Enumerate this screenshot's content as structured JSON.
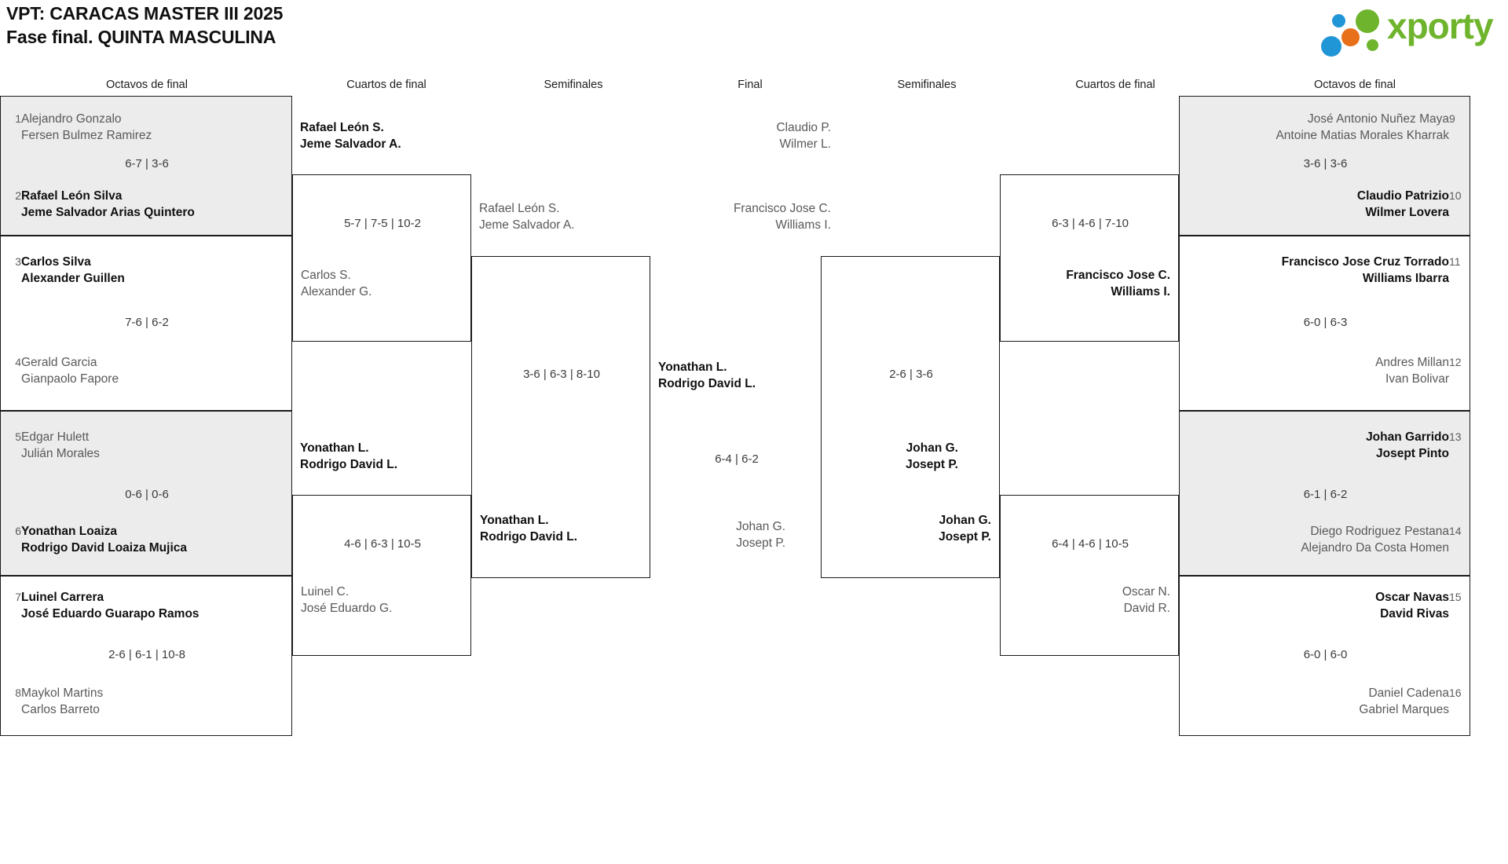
{
  "header": {
    "title_line1": "VPT: CARACAS MASTER III 2025",
    "title_line2": "Fase final. QUINTA MASCULINA",
    "logo_text": "xporty",
    "logo_colors": {
      "green": "#6eb42c",
      "blue": "#2196d6",
      "orange": "#e8701a"
    }
  },
  "round_headers": {
    "left_r16": "Octavos de final",
    "left_qf": "Cuartos de final",
    "left_sf": "Semifinales",
    "final": "Final",
    "right_sf": "Semifinales",
    "right_qf": "Cuartos de final",
    "right_r16": "Octavos de final"
  },
  "left_r16": [
    {
      "score": "6-7 | 3-6",
      "top": {
        "seed": "1",
        "p1": "Alejandro Gonzalo",
        "p2": "Fersen Bulmez Ramirez",
        "winner": false
      },
      "bottom": {
        "seed": "2",
        "p1": "Rafael León Silva",
        "p2": "Jeme Salvador Arias Quintero",
        "winner": true
      }
    },
    {
      "score": "7-6 | 6-2",
      "top": {
        "seed": "3",
        "p1": "Carlos Silva",
        "p2": "Alexander Guillen",
        "winner": true
      },
      "bottom": {
        "seed": "4",
        "p1": "Gerald Garcia",
        "p2": "Gianpaolo Fapore",
        "winner": false
      }
    },
    {
      "score": "0-6 | 0-6",
      "top": {
        "seed": "5",
        "p1": "Edgar Hulett",
        "p2": "Julián Morales",
        "winner": false
      },
      "bottom": {
        "seed": "6",
        "p1": "Yonathan Loaiza",
        "p2": "Rodrigo David Loaiza Mujica",
        "winner": true
      }
    },
    {
      "score": "2-6 | 6-1 | 10-8",
      "top": {
        "seed": "7",
        "p1": "Luinel Carrera",
        "p2": "José Eduardo Guarapo Ramos",
        "winner": true
      },
      "bottom": {
        "seed": "8",
        "p1": "Maykol Martins",
        "p2": "Carlos Barreto",
        "winner": false
      }
    }
  ],
  "right_r16": [
    {
      "score": "3-6 | 3-6",
      "top": {
        "seed": "9",
        "p1": "José Antonio Nuñez Maya",
        "p2": "Antoine Matias Morales Kharrak",
        "winner": false
      },
      "bottom": {
        "seed": "10",
        "p1": "Claudio Patrizio",
        "p2": "Wilmer Lovera",
        "winner": true
      }
    },
    {
      "score": "6-0 | 6-3",
      "top": {
        "seed": "11",
        "p1": "Francisco Jose Cruz Torrado",
        "p2": "Williams Ibarra",
        "winner": true
      },
      "bottom": {
        "seed": "12",
        "p1": "Andres Millan",
        "p2": "Ivan Bolivar",
        "winner": false
      }
    },
    {
      "score": "6-1 | 6-2",
      "top": {
        "seed": "13",
        "p1": "Johan Garrido",
        "p2": "Josept Pinto",
        "winner": true
      },
      "bottom": {
        "seed": "14",
        "p1": "Diego Rodriguez Pestana",
        "p2": "Alejandro Da Costa Homen",
        "winner": false
      }
    },
    {
      "score": "6-0 | 6-0",
      "top": {
        "seed": "15",
        "p1": "Oscar Navas",
        "p2": "David Rivas",
        "winner": true
      },
      "bottom": {
        "seed": "16",
        "p1": "Daniel Cadena",
        "p2": "Gabriel Marques",
        "winner": false
      }
    }
  ],
  "left_qf": [
    {
      "score": "5-7 | 7-5 | 10-2",
      "top": {
        "p1": "Rafael León S.",
        "p2": "Jeme Salvador A.",
        "winner": true
      },
      "bottom": {
        "p1": "Carlos S.",
        "p2": "Alexander G.",
        "winner": false
      }
    },
    {
      "score": "4-6 | 6-3 | 10-5",
      "top": {
        "p1": "Yonathan L.",
        "p2": "Rodrigo David L.",
        "winner": true
      },
      "bottom": {
        "p1": "Luinel C.",
        "p2": "José Eduardo G.",
        "winner": false
      }
    }
  ],
  "right_qf": [
    {
      "score": "6-3 | 4-6 | 7-10",
      "top": {
        "p1": "Claudio P.",
        "p2": "Wilmer L.",
        "winner": false
      },
      "bottom": {
        "p1": "Francisco Jose C.",
        "p2": "Williams I.",
        "winner": true
      }
    },
    {
      "score": "6-4 | 4-6 | 10-5",
      "top": {
        "p1": "Johan G.",
        "p2": "Josept P.",
        "winner": true
      },
      "bottom": {
        "p1": "Oscar N.",
        "p2": "David R.",
        "winner": false
      }
    }
  ],
  "left_sf": {
    "score": "3-6 | 6-3 | 8-10",
    "top": {
      "p1": "Rafael León S.",
      "p2": "Jeme Salvador A.",
      "winner": false
    },
    "bottom": {
      "p1": "Yonathan L.",
      "p2": "Rodrigo David L.",
      "winner": true
    }
  },
  "right_sf": {
    "score": "2-6 | 3-6",
    "top": {
      "p1": "Francisco Jose C.",
      "p2": "Williams I.",
      "winner": false
    },
    "bottom": {
      "p1": "Johan G.",
      "p2": "Josept P.",
      "winner": true
    }
  },
  "final": {
    "score": "6-4 | 6-2",
    "top": {
      "p1": "Yonathan L.",
      "p2": "Rodrigo David L.",
      "winner": true
    },
    "bottom": {
      "p1": "Johan G.",
      "p2": "Josept P.",
      "winner": false
    }
  }
}
